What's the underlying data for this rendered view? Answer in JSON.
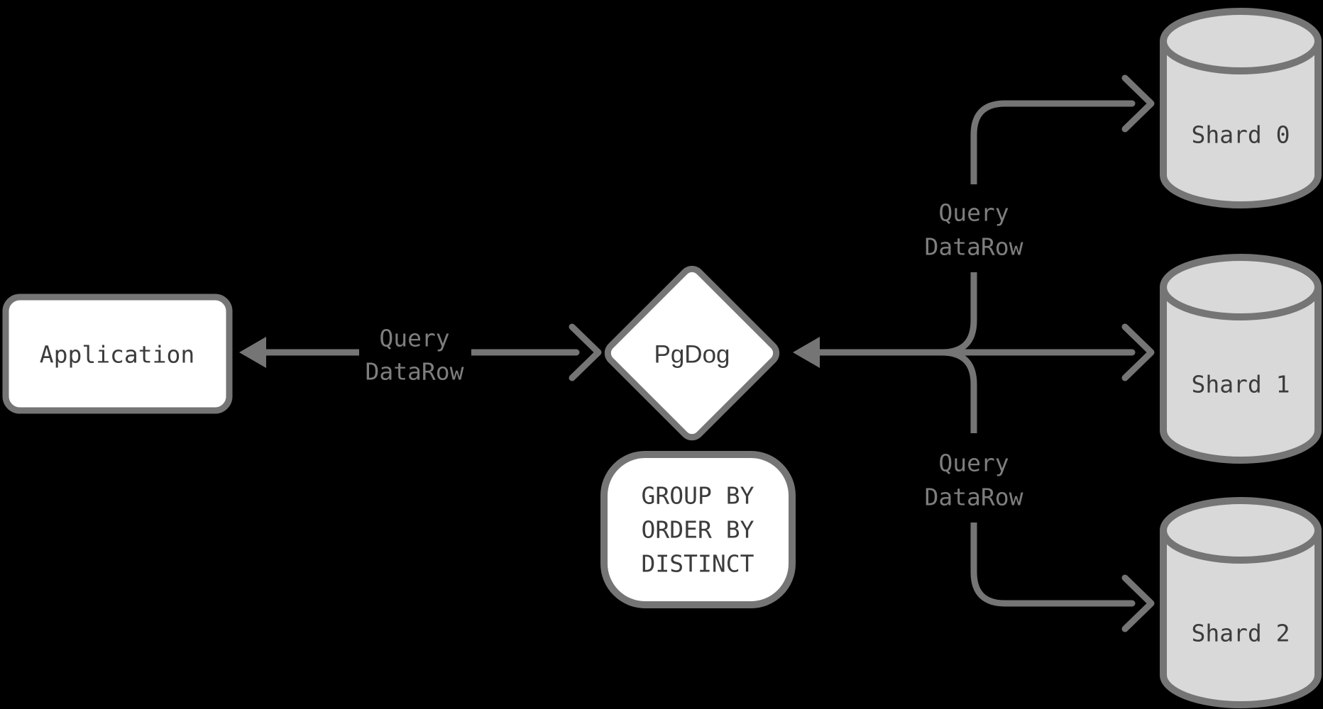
{
  "colors": {
    "background": "#000000",
    "line": "#757575",
    "node_fill": "#ffffff",
    "cylinder_fill": "#d9d9d9",
    "node_text": "#3c3c3c",
    "edge_label_text": "#7e7e7e"
  },
  "nodes": {
    "application": {
      "label": "Application"
    },
    "pgdog": {
      "label": "PgDog"
    },
    "operations_note": {
      "lines": [
        "GROUP BY",
        "ORDER BY",
        "DISTINCT"
      ]
    },
    "shards": [
      {
        "label": "Shard 0"
      },
      {
        "label": "Shard 1"
      },
      {
        "label": "Shard 2"
      }
    ]
  },
  "edge_labels": {
    "app_pgdog": {
      "line1": "Query",
      "line2": "DataRow"
    },
    "pgdog_shard0": {
      "line1": "Query",
      "line2": "DataRow"
    },
    "pgdog_shard2": {
      "line1": "Query",
      "line2": "DataRow"
    }
  }
}
